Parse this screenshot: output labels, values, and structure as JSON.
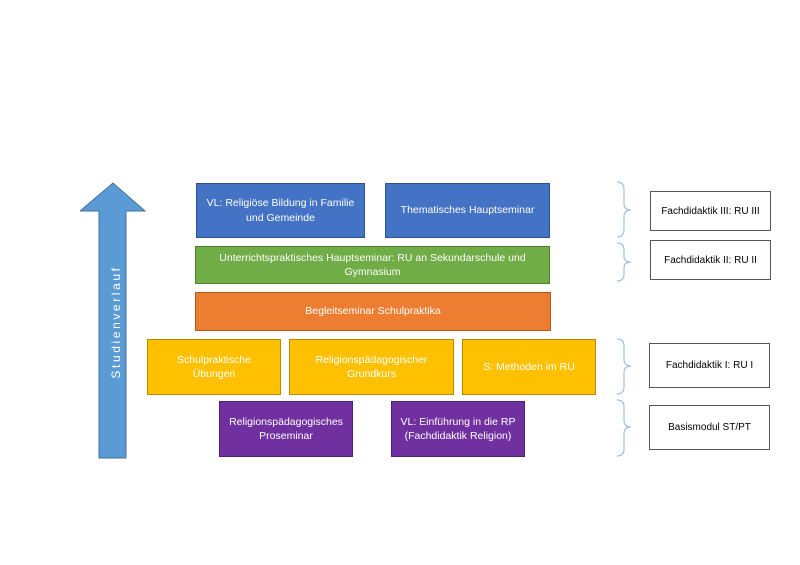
{
  "arrow": {
    "label": "Studienverlauf",
    "color": "#5b9bd5"
  },
  "rows": {
    "top": {
      "left": "VL: Religiöse Bildung in Familie und Gemeinde",
      "right": "Thematisches Hauptseminar"
    },
    "second": {
      "center": "Unterrichtspraktisches Hauptseminar: RU an Sekundarschule und Gymnasium"
    },
    "third": {
      "center": "Begleitseminar Schulpraktika"
    },
    "fourth": {
      "left": "Schulpraktische Übungen",
      "center": "Religionspädagogischer Grundkurs",
      "right": "S: Methoden im RU"
    },
    "bottom": {
      "left": "Religionspädagogisches Proseminar",
      "right": "VL: Einführung in die RP (Fachdidaktik Religion)"
    }
  },
  "modules": {
    "fd3": "Fachdidaktik III: RU III",
    "fd2": "Fachdidaktik II: RU II",
    "fd1": "Fachdidaktik I: RU I",
    "basis": "Basismodul ST/PT"
  },
  "colors": {
    "blue": "#4472c4",
    "green": "#70ad47",
    "orange": "#ed7d31",
    "yellow": "#ffc000",
    "purple": "#7030a0",
    "brace": "#9dc3e6"
  }
}
